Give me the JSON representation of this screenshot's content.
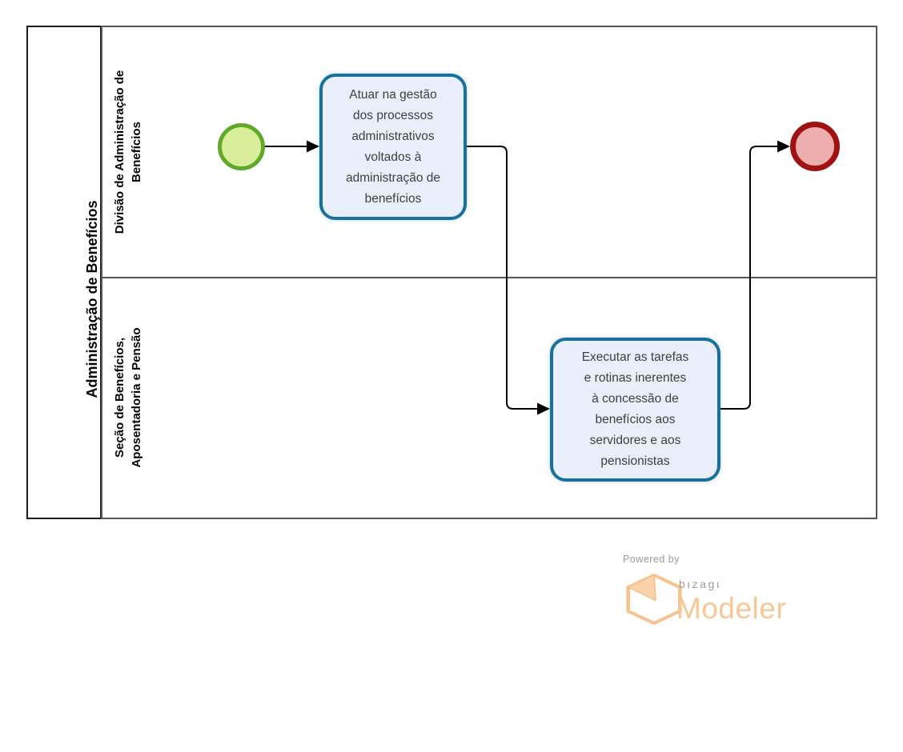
{
  "pool": {
    "title": "Administração de Benefícios"
  },
  "lanes": [
    {
      "line1": "Divisão de Administração de",
      "line2": "Benefícios"
    },
    {
      "line1": "Seção de Benefícios,",
      "line2": "Aposentadoria e Pensão"
    }
  ],
  "tasks": [
    {
      "name": "Atuar na gestão dos processos administrativos voltados à administração de benefícios",
      "lines": [
        "Atuar na gestão",
        "dos processos",
        "administrativos",
        "voltados à",
        "administração de",
        "benefícios"
      ]
    },
    {
      "name": "Executar as tarefas e rotinas inerentes à concessão de benefícios aos servidores e aos pensionistas",
      "lines": [
        "Executar as tarefas",
        "e rotinas inerentes",
        "à concessão de",
        "benefícios aos",
        "servidores e aos",
        "pensionistas"
      ]
    }
  ],
  "events": [
    {
      "type": "start",
      "lane": "Divisão de Administração de Benefícios"
    },
    {
      "type": "end",
      "lane": "Divisão de Administração de Benefícios"
    }
  ],
  "branding": {
    "powered_by": "Powered by",
    "brand": "bızagı",
    "product": "Modeler"
  },
  "colors": {
    "pool-border": "#1c1c1c",
    "lane-border": "#555555",
    "task-border": "#17719c",
    "task-fill": "#e9eefb",
    "task-text": "#3f3f3f",
    "start-border": "#61a928",
    "start-fill": "#d9ee9b",
    "end-border": "#a11212",
    "end-fill": "#efaeae",
    "flow": "#000000",
    "logo-orange": "#f8c795",
    "logo-gray": "#9b9b9b"
  }
}
